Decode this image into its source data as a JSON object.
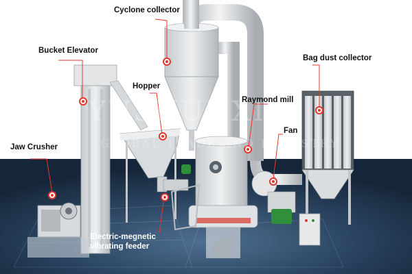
{
  "labels": {
    "cyclone_collector": "Cyclone collector",
    "bucket_elevator": "Bucket Elevator",
    "hopper": "Hopper",
    "raymond_mill": "Raymond mill",
    "bag_dust_collector": "Bag dust collector",
    "fan": "Fan",
    "jaw_crusher": "Jaw Crusher",
    "feeder_line1": "Electric-megnetic",
    "feeder_line2": "vibrating feeder"
  },
  "watermark": {
    "line1": "YUSHUNXIN",
    "line2": "GLOBAL TRADE AND INDUSTRY"
  },
  "colors": {
    "floor": "#1d3045",
    "floor_glow": "#4a6a8c",
    "machine": "#d9dcde",
    "leader": "#e8352b",
    "motor": "#2f8f3a"
  }
}
